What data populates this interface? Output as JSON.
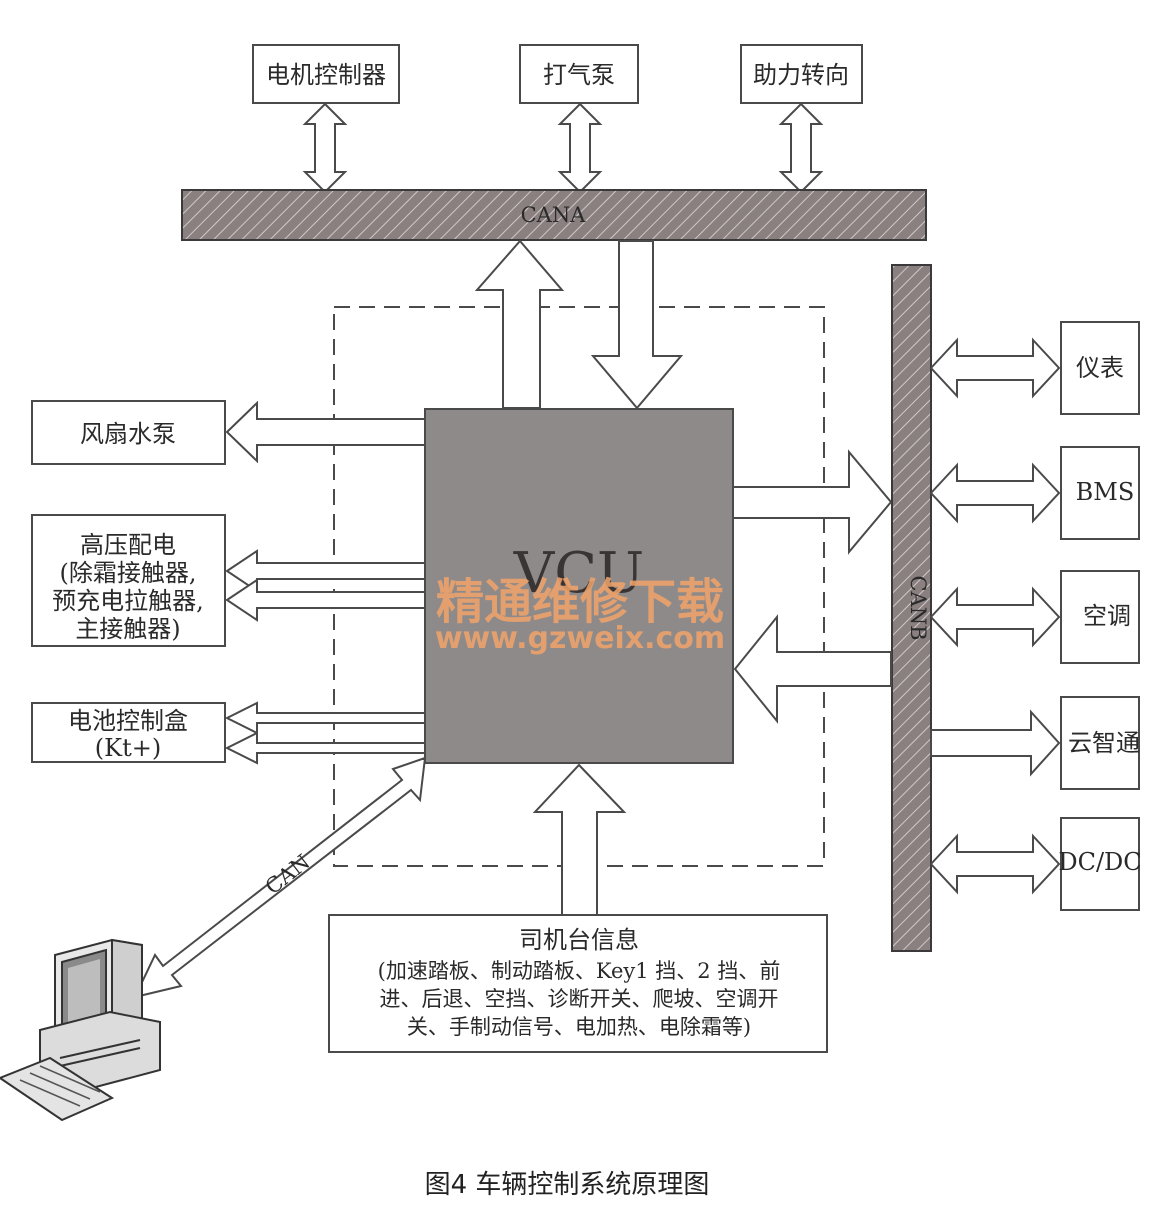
{
  "top_devices": [
    "电机控制器",
    "打气泵",
    "助力转向"
  ],
  "bus_a": "CANA",
  "bus_b": "CANB",
  "core": "VCU",
  "left_devices": {
    "fan_pump": "风扇水泵",
    "hv_dist": [
      "高压配电",
      "(除霜接触器,",
      "预充电拉触器,",
      "主接触器)"
    ],
    "battery_box": [
      "电池控制盒",
      "(Kt+)"
    ]
  },
  "right_devices": [
    "仪表",
    "BMS",
    "空调",
    "云智通",
    "DC/DC"
  ],
  "driver_info": [
    "司机台信息",
    "(加速踏板、制动踏板、Key1 挡、2 挡、前",
    "进、后退、空挡、诊断开关、爬坡、空调开",
    "关、手制动信号、电加热、电除霜等)"
  ],
  "can_label": "CAN",
  "watermark": {
    "line1": "精通维修下载",
    "line2": "www.gzweix.com"
  },
  "caption": "图4  车辆控制系统原理图",
  "colors": {
    "bus_fill": "#8a8080",
    "vcu_fill": "#8e8a8a",
    "watermark": "#f2a46a"
  }
}
